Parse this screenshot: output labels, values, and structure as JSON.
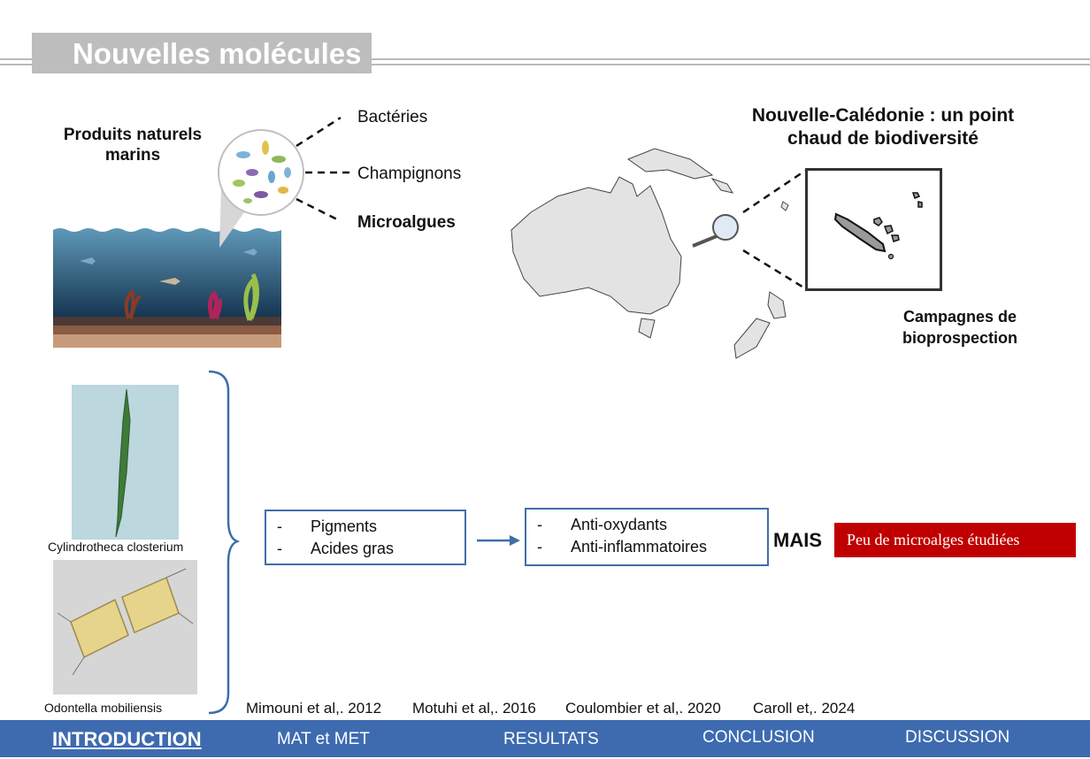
{
  "title": "Nouvelles molécules",
  "sources": {
    "heading": "Produits naturels marins",
    "items": [
      "Bactéries",
      "Champignons",
      "Microalgues"
    ]
  },
  "map": {
    "heading": "Nouvelle-Calédonie : un point chaud de biodiversité",
    "caption": "Campagnes de bioprospection"
  },
  "species": [
    {
      "name": "Cylindrotheca closterium"
    },
    {
      "name": "Odontella mobiliensis"
    }
  ],
  "compounds": {
    "dash": "-",
    "items": [
      "Pigments",
      "Acides gras"
    ]
  },
  "activities": {
    "dash": "-",
    "items": [
      "Anti-oxydants",
      "Anti-inflammatoires"
    ]
  },
  "conclusion": {
    "but": "MAIS",
    "alert": "Peu de microalges étudiées"
  },
  "references": [
    "Mimouni et al,. 2012",
    "Motuhi et al,. 2016",
    "Coulombier et al,. 2020",
    "Caroll et,. 2024"
  ],
  "nav": {
    "items": [
      "INTRODUCTION",
      "MAT et MET",
      "RESULTATS",
      "CONCLUSION",
      "DISCUSSION"
    ],
    "active": "INTRODUCTION"
  },
  "colors": {
    "nav_bg": "#3e6bb0",
    "box_border": "#3f6ea8",
    "alert_bg": "#c00000",
    "title_bg": "#bdbdbd"
  }
}
